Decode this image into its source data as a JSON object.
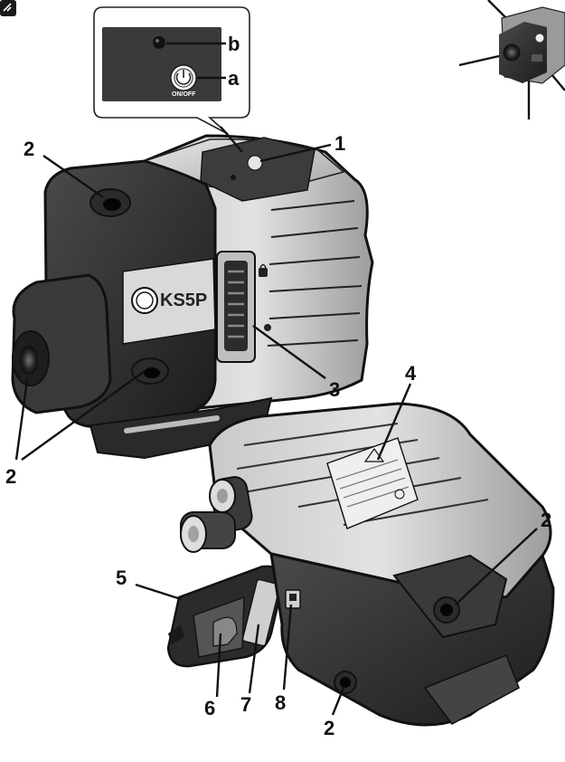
{
  "diagram": {
    "model_label": "KS5P",
    "inset": {
      "indicator_label": "b",
      "power_button_label": "a",
      "power_button_text": "ON/OFF"
    },
    "callouts": {
      "label_1": "1",
      "label_2_top": "2",
      "label_2_left": "2",
      "label_3": "3",
      "label_4": "4",
      "label_2_right": "2",
      "label_5": "5",
      "label_6": "6",
      "label_7": "7",
      "label_8": "8",
      "label_2_bottom": "2"
    }
  }
}
